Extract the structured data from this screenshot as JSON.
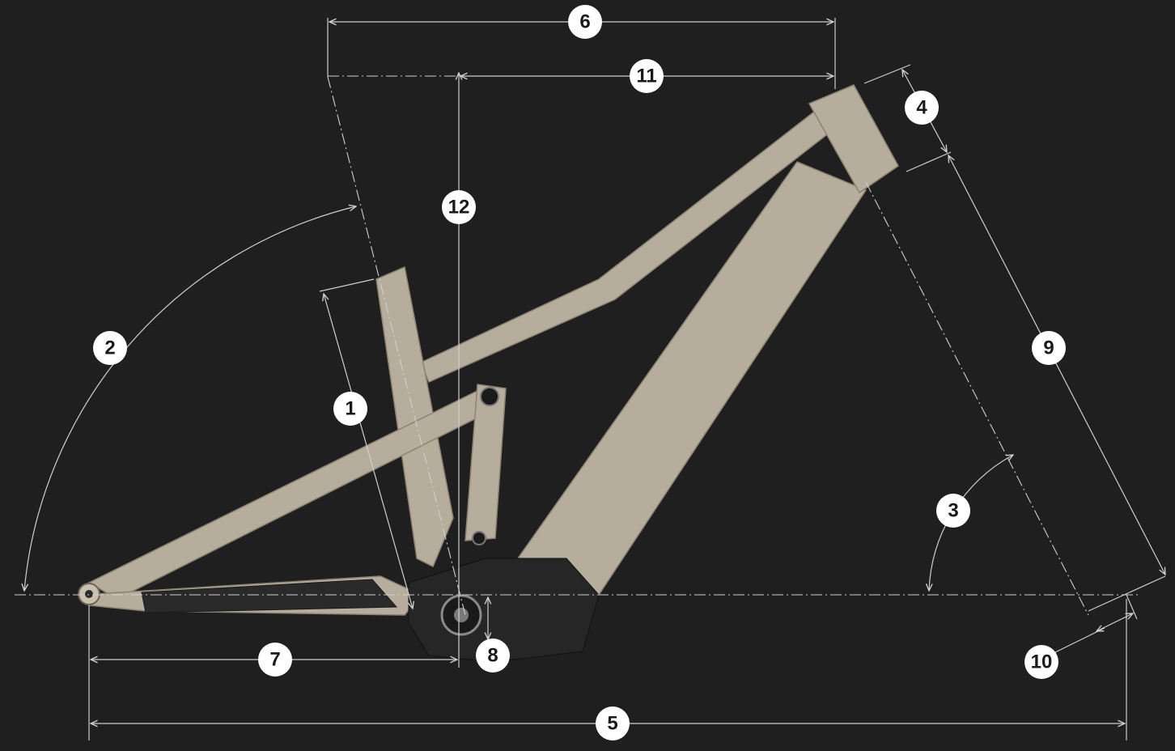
{
  "colors": {
    "background": "#1f1f1f",
    "frame": "#b7ad9c",
    "frame_highlight": "#d8d0c0",
    "motor_housing": "#262626",
    "dimension_lines": "#cfcfcf",
    "badge_fill": "#ffffff",
    "badge_text": "#1a1a1a"
  },
  "diagram": {
    "subject": "bicycle-frame-geometry",
    "labels": {
      "l1": "1",
      "l2": "2",
      "l3": "3",
      "l4": "4",
      "l5": "5",
      "l6": "6",
      "l7": "7",
      "l8": "8",
      "l9": "9",
      "l10": "10",
      "l11": "11",
      "l12": "12"
    }
  }
}
